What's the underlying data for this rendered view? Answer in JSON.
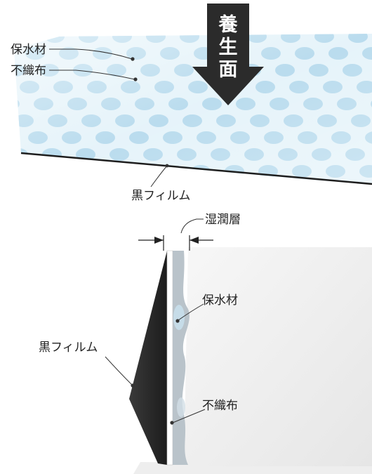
{
  "labels": {
    "top_water_retention": "保水材",
    "top_nonwoven": "不織布",
    "top_black_film": "黒フィルム",
    "arrow_chars": [
      "養",
      "生",
      "面"
    ],
    "wet_layer": "湿潤層",
    "side_water_retention": "保水材",
    "side_black_film": "黒フィルム",
    "side_nonwoven": "不織布"
  },
  "colors": {
    "dot_blue": "#a9d4ea",
    "sheet_light": "#dff0f8",
    "arrow": "#2b2b2b",
    "film": "#252525",
    "leader": "#333333"
  }
}
